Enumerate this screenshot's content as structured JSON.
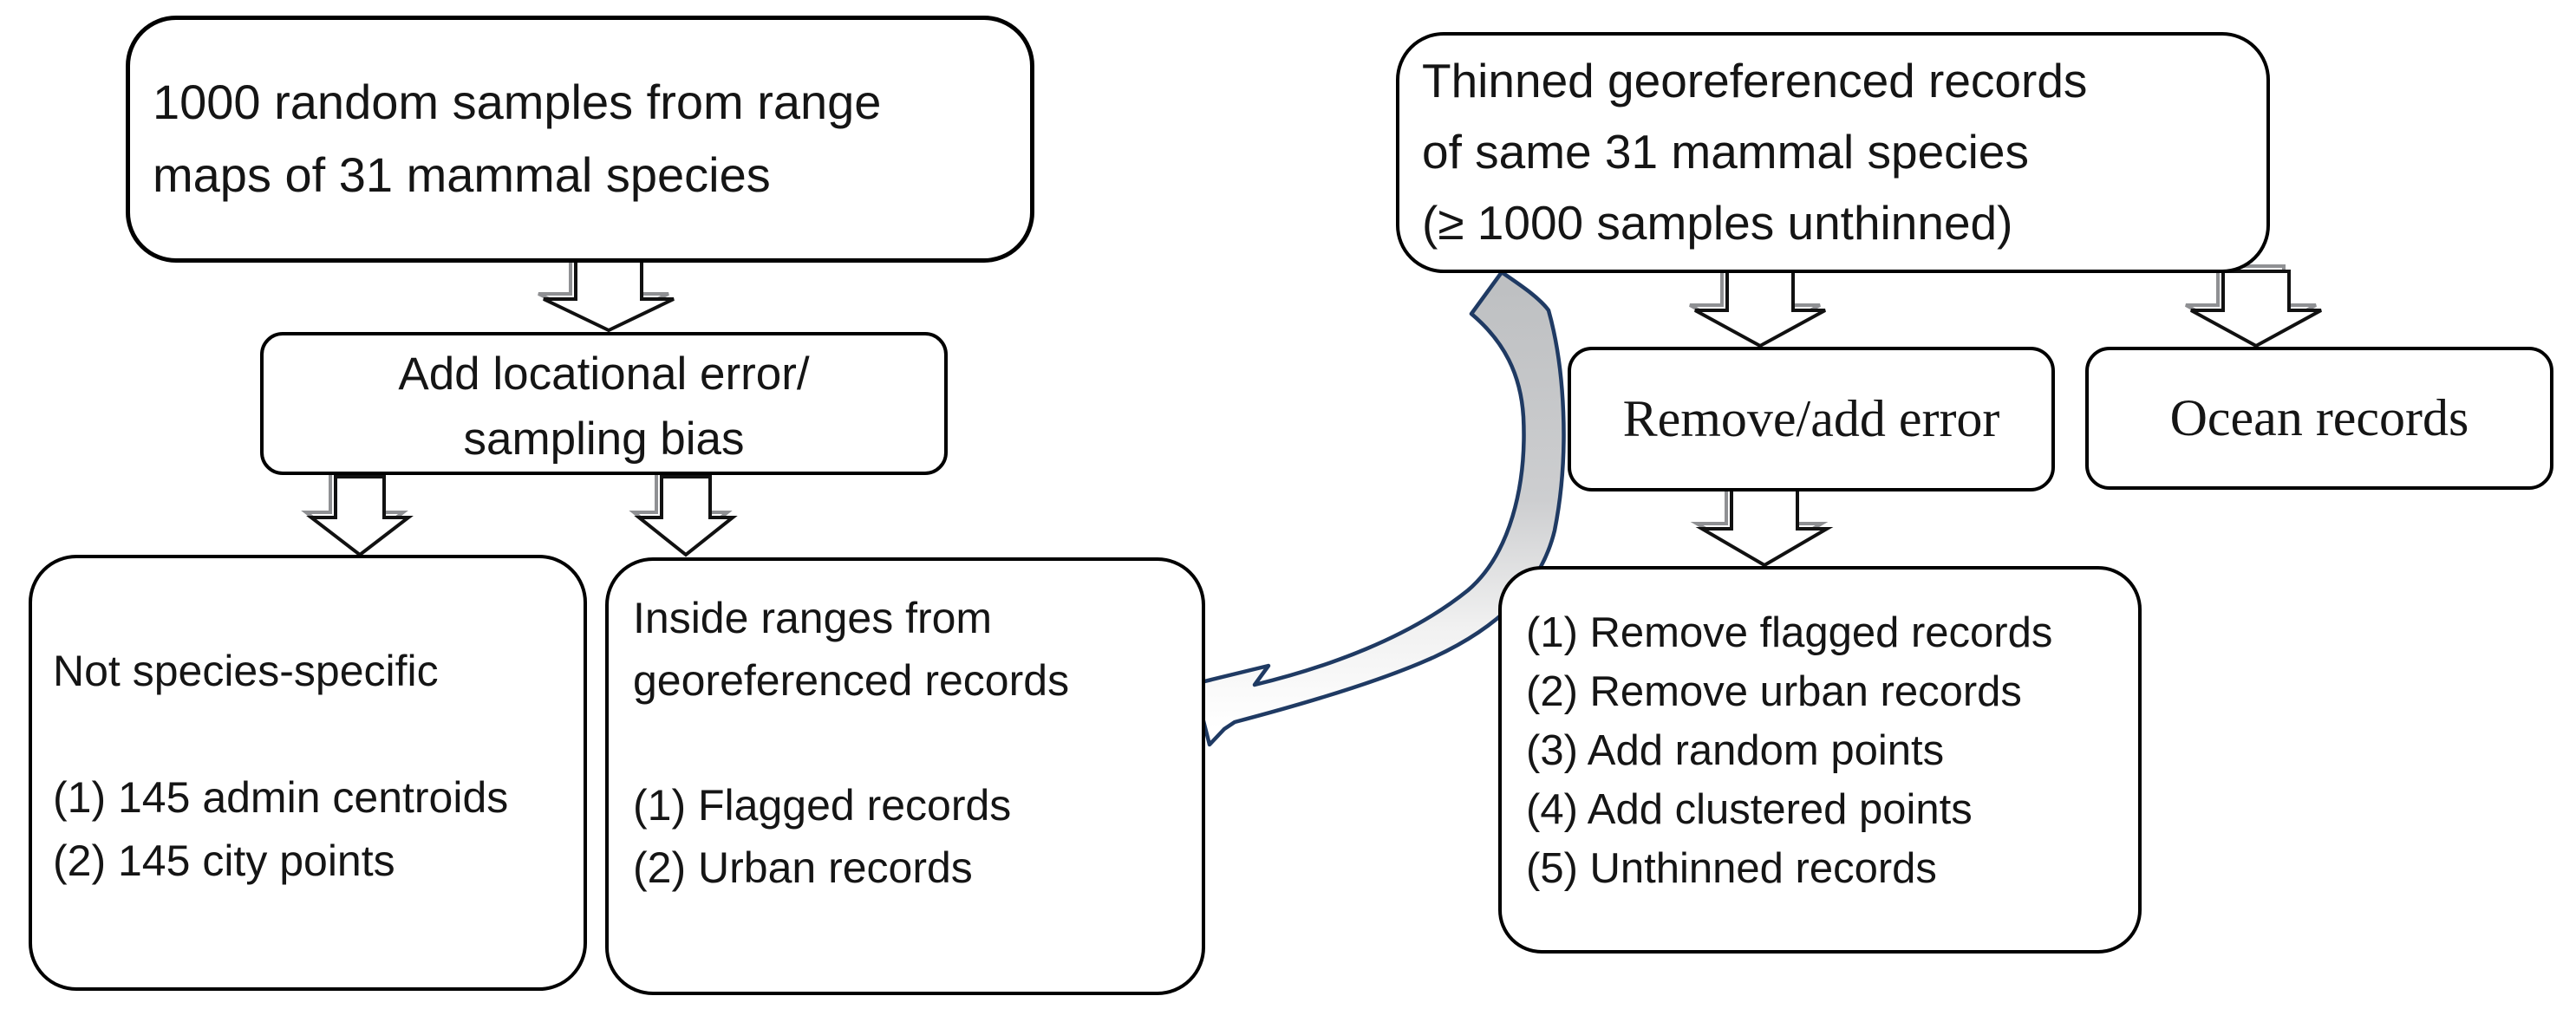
{
  "diagram": {
    "description": "Flowchart of simulated versus empirical species occurrence sampling treatments",
    "background": "#ffffff"
  },
  "colors": {
    "box_border": "#000000",
    "box_fill": "#ffffff",
    "text": "#151515",
    "block_arrow_outline": "#111111",
    "block_arrow_shadow": "#8f9093",
    "curved_arrow_stroke": "#1f3a63",
    "curved_arrow_fill_top": "#bdbfc1",
    "curved_arrow_fill_bottom": "#ffffff"
  },
  "boxes": {
    "random_samples": {
      "lines": [
        "1000 random samples from range",
        "maps of 31 mammal species"
      ]
    },
    "add_error": {
      "lines": [
        "Add locational error/",
        "sampling bias"
      ]
    },
    "not_species_specific": {
      "lines": [
        "Not species-specific",
        "",
        "(1) 145 admin centroids",
        "(2) 145 city points"
      ]
    },
    "inside_ranges": {
      "lines": [
        "Inside ranges from",
        "georeferenced records",
        "",
        "(1) Flagged records",
        "(2) Urban records"
      ]
    },
    "thinned_records": {
      "lines": [
        "Thinned georeferenced records",
        "of same 31 mammal species",
        "(≥ 1000 samples unthinned)"
      ]
    },
    "remove_add_error": {
      "label": "Remove/add error"
    },
    "ocean_records": {
      "label": "Ocean records"
    },
    "treatments": {
      "lines": [
        "(1) Remove flagged records",
        "(2) Remove urban records",
        "(3) Add random points",
        "(4) Add clustered points",
        "(5) Unthinned records"
      ]
    }
  }
}
